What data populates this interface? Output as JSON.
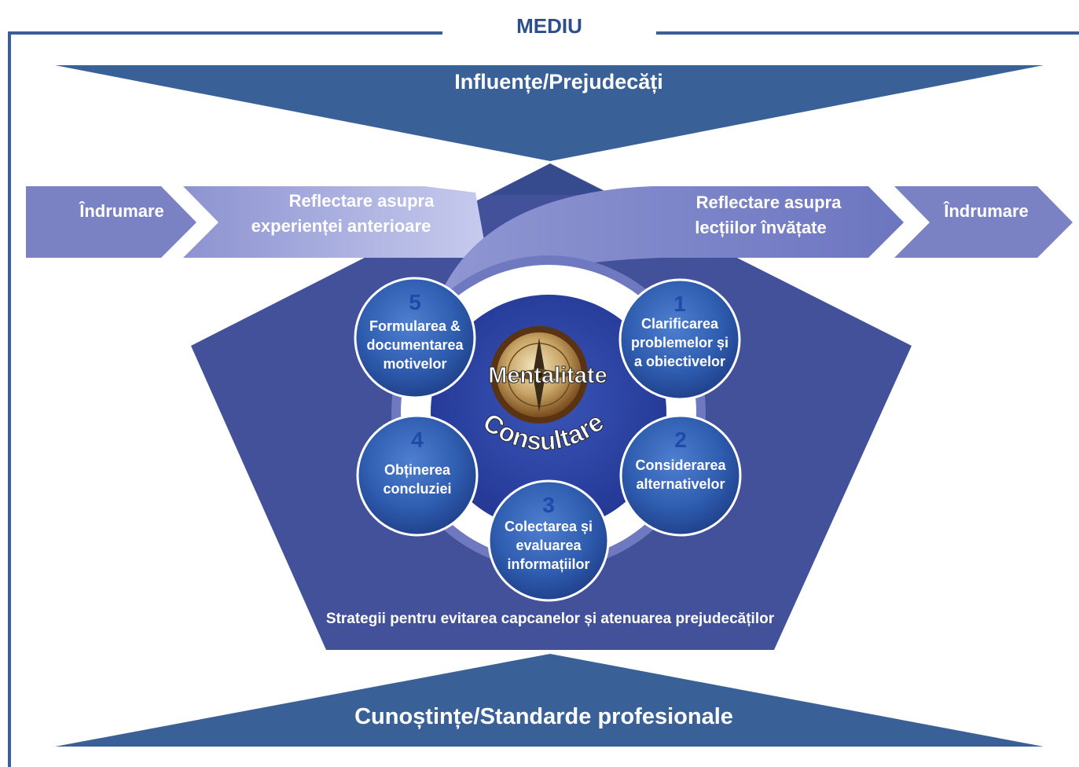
{
  "colors": {
    "frame": "#3c5e96",
    "banner": "#3a6197",
    "pentagon": "#42519a",
    "arrow_light": "#7a82c4",
    "arrow_pale": "#a9aedd",
    "circle": "#2e58ab",
    "center": "#2a3f9a",
    "ring": "#ffffff",
    "text_light": "#ffffff",
    "text_dark": "#2a4f8b"
  },
  "frame": {
    "title": "MEDIU"
  },
  "top_banner": {
    "label": "Influențe/Prejudecăți"
  },
  "bottom_banner": {
    "label": "Cunoștințe/Standarde profesionale"
  },
  "guidance": {
    "left": "Îndrumare",
    "right": "Îndrumare"
  },
  "reflection": {
    "left": [
      "Reflectare asupra",
      "experienței anterioare"
    ],
    "right": [
      "Reflectare asupra",
      "lecțiilor învățate"
    ]
  },
  "center": {
    "title": "Mentalitate",
    "subtitle": "Consultare",
    "icon": "compass-icon"
  },
  "steps": [
    {
      "number": "1",
      "lines": [
        "Clarificarea",
        "problemelor și",
        "a obiectivelor"
      ]
    },
    {
      "number": "2",
      "lines": [
        "Considerarea",
        "alternativelor"
      ]
    },
    {
      "number": "3",
      "lines": [
        "Colectarea și",
        "evaluarea",
        "informațiilor"
      ]
    },
    {
      "number": "4",
      "lines": [
        "Obținerea",
        "concluziei"
      ]
    },
    {
      "number": "5",
      "lines": [
        "Formularea &",
        "documentarea",
        "motivelor"
      ]
    }
  ],
  "strategy": {
    "label": "Strategii pentru evitarea capcanelor și atenuarea prejudecăților"
  }
}
